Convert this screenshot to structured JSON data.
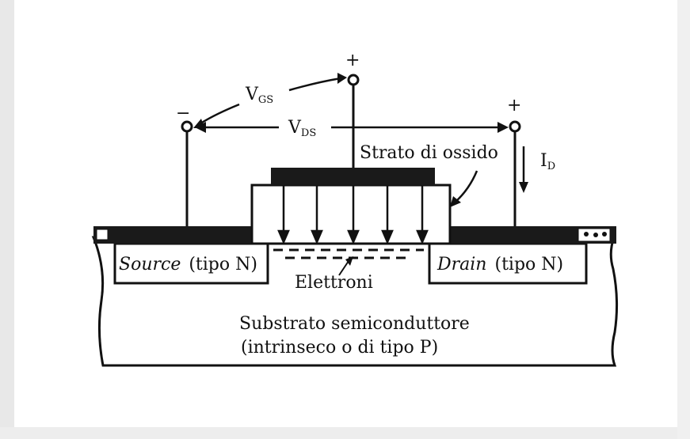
{
  "labels": {
    "vgs_main": "V",
    "vgs_sub": "GS",
    "vds_main": "V",
    "vds_sub": "DS",
    "id_main": "I",
    "id_sub": "D",
    "plus_gate": "+",
    "plus_drain": "+",
    "minus_source": "−",
    "oxide": "Strato di ossido",
    "source_name": "Source",
    "source_type": "(tipo N)",
    "drain_name": "Drain",
    "drain_type": "(tipo N)",
    "electrons": "Elettroni",
    "substrate_line1": "Substrato semiconduttore",
    "substrate_line2": "(intrinseco o di tipo P)"
  },
  "colors": {
    "ink": "#111111",
    "paper": "#ffffff",
    "page_edge": "#e6e6e6"
  }
}
